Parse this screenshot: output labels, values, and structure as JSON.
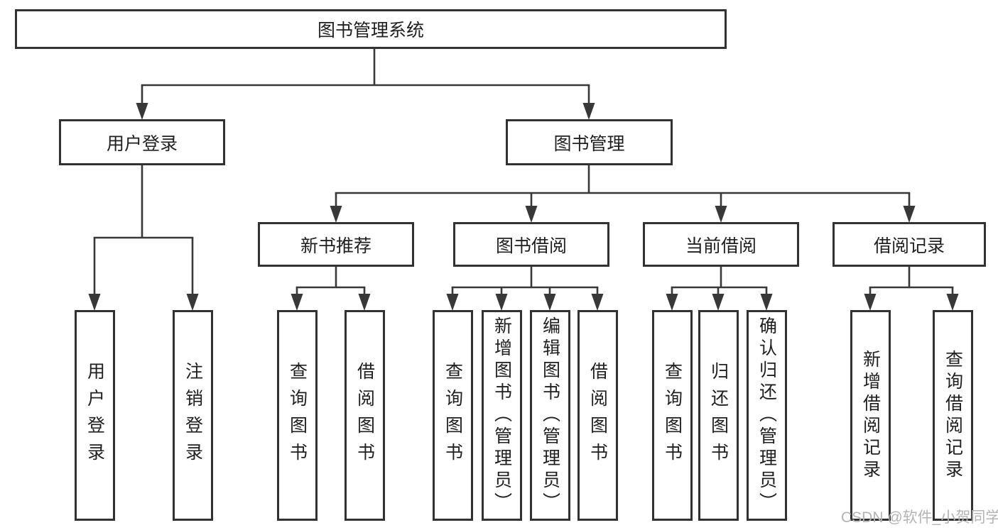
{
  "tree": {
    "label": "图书管理系统",
    "children": [
      {
        "label": "用户登录",
        "children": [
          {
            "label": "用户登录"
          },
          {
            "label": "注销登录"
          }
        ]
      },
      {
        "label": "图书管理",
        "children": [
          {
            "label": "新书推荐",
            "children": [
              {
                "label": "查询图书"
              },
              {
                "label": "借阅图书"
              }
            ]
          },
          {
            "label": "图书借阅",
            "children": [
              {
                "label": "查询图书"
              },
              {
                "label": "新增图书（管理员）"
              },
              {
                "label": "编辑图书（管理员）"
              },
              {
                "label": "借阅图书"
              }
            ]
          },
          {
            "label": "当前借阅",
            "children": [
              {
                "label": "查询图书"
              },
              {
                "label": "归还图书"
              },
              {
                "label": "确认归还（管理员）"
              }
            ]
          },
          {
            "label": "借阅记录",
            "children": [
              {
                "label": "新增借阅记录"
              },
              {
                "label": "查询借阅记录"
              }
            ]
          }
        ]
      }
    ]
  },
  "watermark": {
    "text": "CSDN @软件_小贺同学"
  },
  "colors": {
    "background": "#ffffff",
    "box_border": "#323232",
    "connector_line": "#383838",
    "label_text": "#1f1f1f",
    "watermark_text": "#b4b4b4"
  }
}
